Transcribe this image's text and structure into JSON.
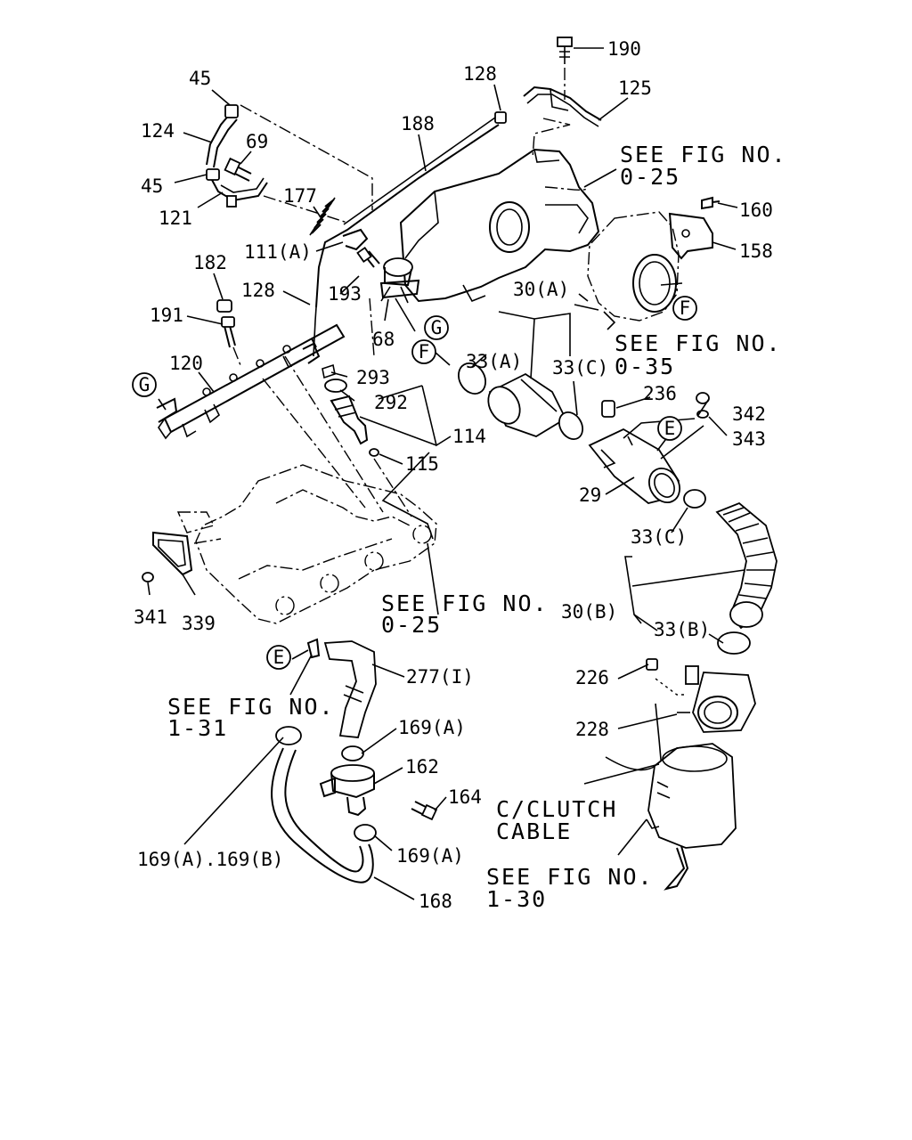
{
  "labels": {
    "p190": "190",
    "p128a": "128",
    "p125": "125",
    "p45a": "45",
    "p124": "124",
    "p188": "188",
    "p69": "69",
    "p45b": "45",
    "p121": "121",
    "p177": "177",
    "p111a": "111(A)",
    "p160": "160",
    "p158": "158",
    "p182": "182",
    "p128b": "128",
    "p193": "193",
    "p30a": "30(A)",
    "p191": "191",
    "p68": "68",
    "p33a": "33(A)",
    "p33c1": "33(C)",
    "p120": "120",
    "p293": "293",
    "p292": "292",
    "p236": "236",
    "p342": "342",
    "p343": "343",
    "p114": "114",
    "p115": "115",
    "p29": "29",
    "p33c2": "33(C)",
    "p30b": "30(B)",
    "p33b": "33(B)",
    "p341": "341",
    "p339": "339",
    "p277": "277(I)",
    "p226": "226",
    "p228": "228",
    "p169a1": "169(A)",
    "p162": "162",
    "p164": "164",
    "p169a2": "169(A)",
    "p169ab": "169(A).169(B)",
    "p168": "168"
  },
  "refs": {
    "fig025a_l1": "SEE FIG NO.",
    "fig025a_l2": "0-25",
    "fig035_l1": "SEE FIG NO.",
    "fig035_l2": "0-35",
    "fig025b_l1": "SEE FIG NO.",
    "fig025b_l2": "0-25",
    "fig131_l1": "SEE FIG NO.",
    "fig131_l2": "1-31",
    "clutch_l1": "C/CLUTCH",
    "clutch_l2": "CABLE",
    "fig130_l1": "SEE FIG NO.",
    "fig130_l2": "1-30"
  },
  "callouts": {
    "f1": "F",
    "f2": "F",
    "g1": "G",
    "g2": "G",
    "e1": "E",
    "e2": "E"
  }
}
